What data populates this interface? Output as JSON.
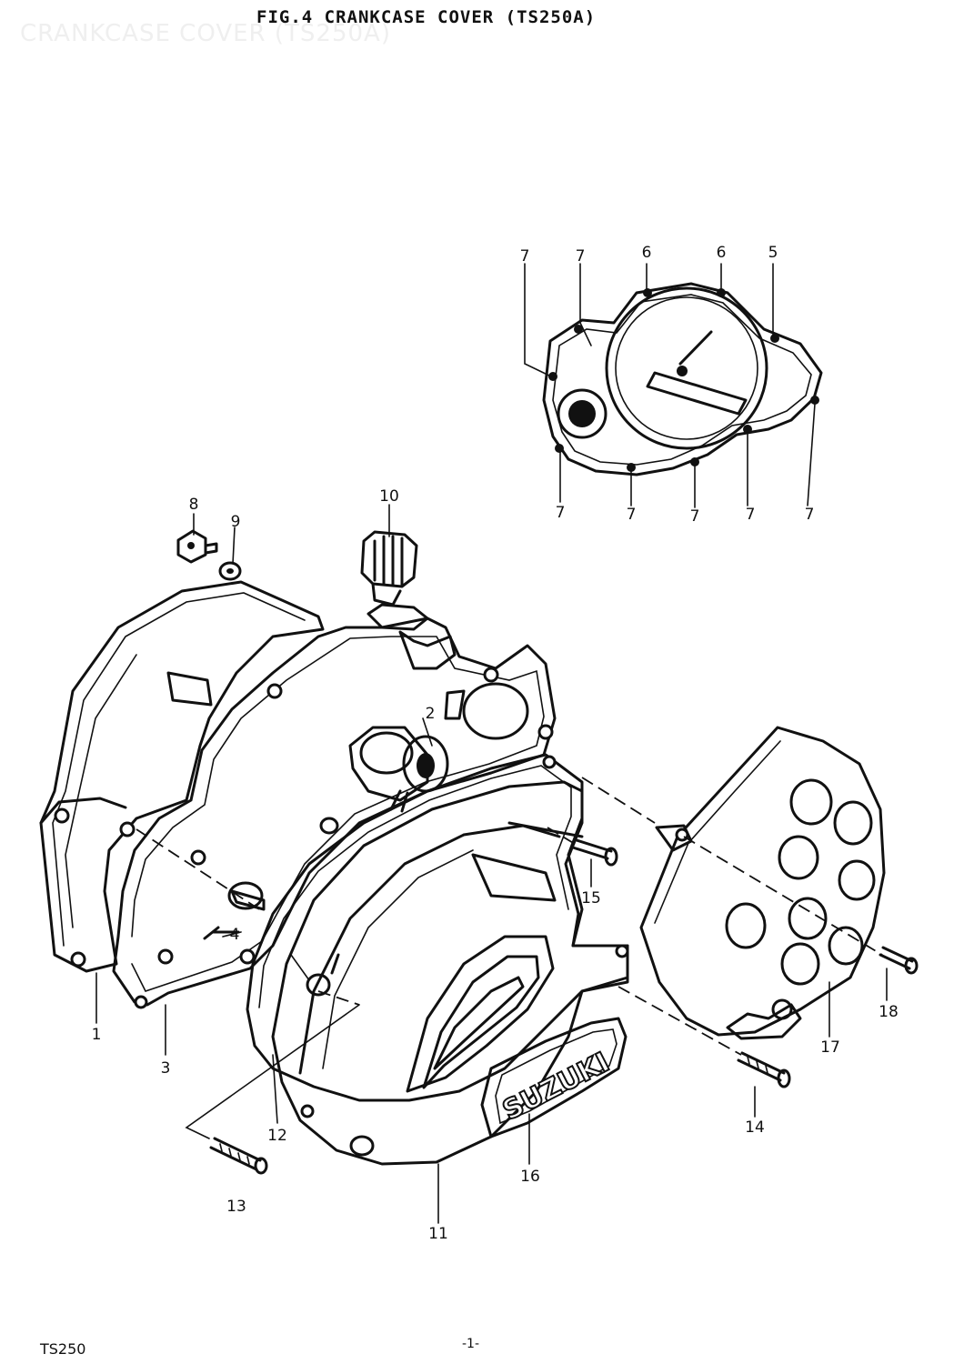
{
  "header": {
    "ghost_title": "CRANKCASE COVER (TS250A)",
    "figure_title": "FIG.4  CRANKCASE COVER (TS250A)"
  },
  "footer": {
    "model": "TS250",
    "page": "-1-"
  },
  "callouts": {
    "p1": "1",
    "p2": "2",
    "p3": "3",
    "p4": "4",
    "p5": "5",
    "p6a": "6",
    "p6b": "6",
    "p7a": "7",
    "p7b": "7",
    "p7c": "7",
    "p7d": "7",
    "p7e": "7",
    "p7f": "7",
    "p7g": "7",
    "p8": "8",
    "p9": "9",
    "p10": "10",
    "p11": "11",
    "p12": "12",
    "p13": "13",
    "p14": "14",
    "p15": "15",
    "p16": "16",
    "p17": "17",
    "p18": "18"
  },
  "emblem": {
    "brand": "SUZUKI"
  }
}
